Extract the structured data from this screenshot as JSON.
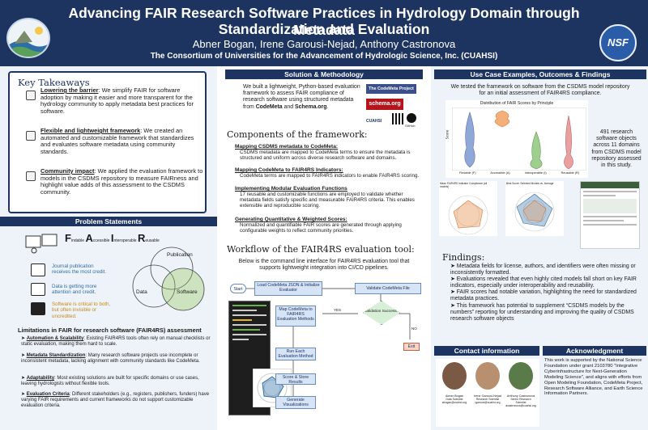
{
  "header": {
    "title_line1": "Advancing FAIR Research Software Practices in Hydrology Domain through Metadata",
    "title_line2": "Standardization and Evaluation",
    "authors": "Abner Bogan, Irene Garousi-Nejad, Anthony Castronova",
    "institution": "The Consortium of Universities for the Advancement of Hydrologic Science, Inc. (CUAHSI)",
    "nsf_logo": "NSF"
  },
  "key_takeaways": {
    "title": "Key Takeaways",
    "items": [
      {
        "head": "Lowering the barrier",
        "text": ": We simplify FAIR for software adoption by making it easier and more transparent for the hydrology community to apply metadata best practices for software."
      },
      {
        "head": "Flexible and lightweight framework",
        "text": ": We created an automated and customizable framework that standardizes and evaluates software metadata using community standards."
      },
      {
        "head": "Community impact",
        "text": ": We applied the evaluation framework to models in the CSDMS repository to measure FAIRness and highlight value adds of this assessment to the CSDMS community."
      }
    ]
  },
  "problem": {
    "title": "Problem Statements",
    "fair_letters": [
      "F",
      "A",
      "I",
      "R"
    ],
    "fair_words": [
      "indable",
      "ccessible",
      "nteroperable",
      "eusable"
    ],
    "venn": [
      "Publication",
      "Data",
      "Software"
    ],
    "items": [
      "Journal publication receives the most credit.",
      "Data is getting more attention and credit.",
      "Software is critical to both, but often invisible or uncredited."
    ],
    "limitations_title": "Limitations in FAIR for research software (FAIR4RS) assessment",
    "limitations": [
      {
        "head": "Automation & Scalability",
        "text": ": Existing FAIR4RS tools often rely on manual checklists or static evaluation, making them hard to scale."
      },
      {
        "head": "Metadata Standardization",
        "text": ": Many research software projects use incomplete or inconsistent metadata, lacking alignment with community standards like CodeMeta."
      },
      {
        "head": "Adaptability",
        "text": ": Most existing solutions are built for specific domains or use cases, leaving hydrologists without flexible tools."
      },
      {
        "head": "Evaluation Criteria",
        "text": ": Different stakeholders (e.g., registers, publishers, funders) have varying FAIR requirements and current frameworks do not support customizable evaluation criteria."
      }
    ]
  },
  "method": {
    "title": "Solution & Methodology",
    "intro_a": "We built a lightweight, Python-based evaluation framework to assess FAIR compliance of research software using structured metadata from ",
    "intro_b": "CodeMeta",
    "intro_c": " and ",
    "intro_d": "Schema.org",
    "intro_e": ".",
    "codemeta_badge": "The CodeMeta Project",
    "schema_badge": "schema.org",
    "cuahsi": "CUAHSI",
    "github": "GitHub",
    "components_title": "Components of the framework:",
    "components": [
      {
        "head": "Mapping CSDMS metadata to CodeMeta:",
        "text": "CSDMS metadata are mapped to CodeMeta terms to ensure the metadata is structured and uniform across diverse research software and domains."
      },
      {
        "head": "Mapping CodeMeta to FAIR4RS Indicators:",
        "text": "CodeMeta terms are mapped to FAIR4RS indicators to enable FAIR4RS scoring."
      },
      {
        "head": "Implementing Modular Evaluation Functions",
        "text": "17 reusable and customizable functions are employed to validate whether metadata fields satisfy specific and measurable FAIR4RS criteria. This enables extensible and reproducible scoring."
      },
      {
        "head": "Generating Quantitative & Weighted Scores:",
        "text": "Normalized and quantifiable FAIR scores are generated through applying configurable weights to reflect community priorities."
      }
    ],
    "workflow_title": "Workflow of the FAIR4RS evaluation tool:",
    "workflow_text": "Below is the command line interface for FAIR4RS evaluation tool that supports lightweight integration into CI/CD pipelines.",
    "flow": {
      "start": "Start",
      "load": "Load CodeMeta JSON & Initialize Evaluator",
      "validate": "Validate CodeMeta File",
      "success": "Validation Success?",
      "yes": "YES",
      "no": "NO",
      "exit": "Exit",
      "map": "Map CodeMeta to FAIR4RS Evaluation Methods",
      "run": "Run Each Evaluation Method",
      "score": "Score & Store Results",
      "viz": "Generate Visualizations"
    }
  },
  "results": {
    "title": "Use Case Examples, Outcomes & Findings",
    "intro": "We tested the framework on software from the CSDMS model repository for an initial assessment of FAIR4RS compliance.",
    "violin_title": "Distribution of FAIR Scores by Principle",
    "violin_ylabel": "Score",
    "violin_cats": [
      "Findable (F)",
      "Accessible (A)",
      "Interoperable (I)",
      "Reusable (R)"
    ],
    "stat": "491 research software objects across 11 domains from CSDMS model repository assessed in this study.",
    "radar1_title": "Mean FAIR4RS Indicator Compliance (all models)",
    "radar2_title": "Best Score: Selected Models vs. Average",
    "findings_title": "Findings:",
    "findings": [
      "Metadata fields for license, authors, and identifiers were often missing or inconsistently formatted.",
      "Evaluations revealed that even highly cited models fall short on key FAIR indicators, especially under interoperability and reusability.",
      "FAIR scores had notable variation, highlighting the need for standardized metadata practices.",
      "This framework has potential to supplement “CSDMS models by the numbers” reporting for understanding and improving the quality of CSDMS research software objects"
    ],
    "contact_title": "Contact information",
    "contacts": [
      {
        "name": "Abner Bogan",
        "role": "Data Scientist",
        "email": "abogan@cuahsi.org"
      },
      {
        "name": "Irene Garousi-Nejad",
        "role": "Research Scientist",
        "email": "igarousi@cuahsi.org"
      },
      {
        "name": "Anthony Castronova",
        "role": "Senior Research Scientist",
        "email": "acastronova@cuahsi.org"
      }
    ],
    "ack_title": "Acknowledgment",
    "ack": "This work is supported by the National Science Foundation under grant 2103780 \"Integrative Cyberinfrastructure for Next-Generation Modeling Science\", and aligns with efforts from Open Modeling Foundation, CodeMeta Project, Research Software Alliance, and Earth Science Information Partners."
  }
}
